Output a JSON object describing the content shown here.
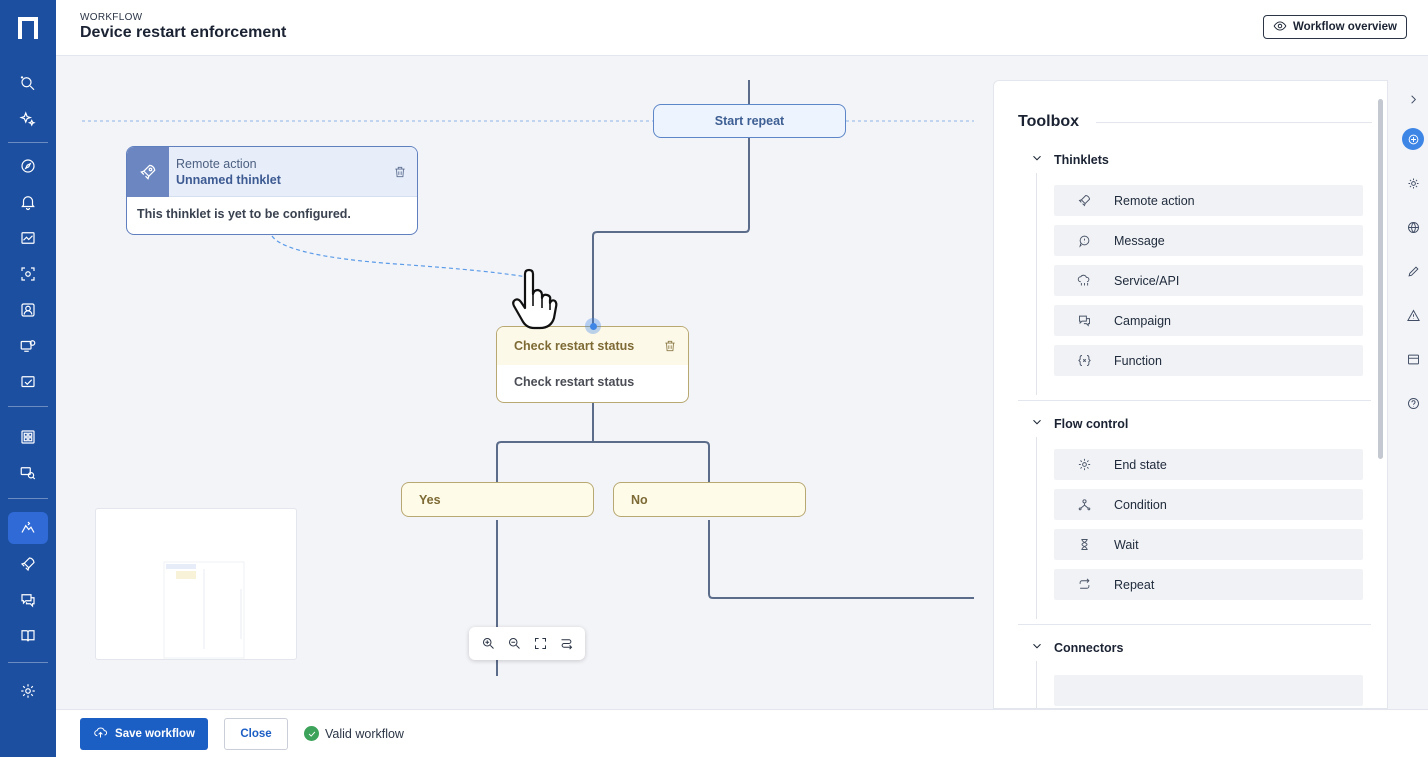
{
  "app": {
    "logo_letter": "n"
  },
  "header": {
    "eyebrow": "WORKFLOW",
    "title": "Device restart enforcement",
    "overview_label": "Workflow overview"
  },
  "nav": {
    "icons": [
      "search-sparkle-icon",
      "sparkles-icon",
      "compass-icon",
      "bell-icon",
      "chart-icon",
      "scan-icon",
      "people-search-icon",
      "device-settings-icon",
      "monitor-check-icon",
      "grid-icon",
      "device-search-icon",
      "workflow-icon",
      "rocket-icon",
      "chat-icon",
      "book-icon",
      "settings-icon"
    ],
    "active": "workflow-icon"
  },
  "canvas": {
    "start_repeat": "Start repeat",
    "remote_card": {
      "type": "Remote action",
      "name": "Unnamed thinklet",
      "message": "This thinklet is yet to be configured."
    },
    "check_card": {
      "title": "Check restart status",
      "body": "Check restart status"
    },
    "branches": {
      "yes": "Yes",
      "no": "No"
    }
  },
  "toolbox": {
    "title": "Toolbox",
    "sections": [
      {
        "label": "Thinklets",
        "items": [
          {
            "label": "Remote action",
            "icon": "rocket-icon"
          },
          {
            "label": "Message",
            "icon": "message-icon"
          },
          {
            "label": "Service/API",
            "icon": "api-icon"
          },
          {
            "label": "Campaign",
            "icon": "campaign-icon"
          },
          {
            "label": "Function",
            "icon": "function-icon"
          }
        ]
      },
      {
        "label": "Flow control",
        "items": [
          {
            "label": "End state",
            "icon": "gear-icon"
          },
          {
            "label": "Condition",
            "icon": "condition-icon"
          },
          {
            "label": "Wait",
            "icon": "hourglass-icon"
          },
          {
            "label": "Repeat",
            "icon": "repeat-icon"
          }
        ]
      },
      {
        "label": "Connectors",
        "items": []
      }
    ]
  },
  "rightrail": {
    "icons": [
      "chevron-right-icon",
      "add-circle-icon",
      "settings-icon",
      "globe-icon",
      "pencil-icon",
      "warning-icon",
      "panel-icon",
      "help-icon"
    ],
    "active": "add-circle-icon"
  },
  "footer": {
    "save_label": "Save workflow",
    "close_label": "Close",
    "status_label": "Valid workflow"
  },
  "colors": {
    "nav_bg": "#1c4fa0",
    "primary": "#1c5fc4",
    "success": "#3da35a",
    "condition": "#b8a872",
    "thinklet": "#5f7fbf"
  }
}
